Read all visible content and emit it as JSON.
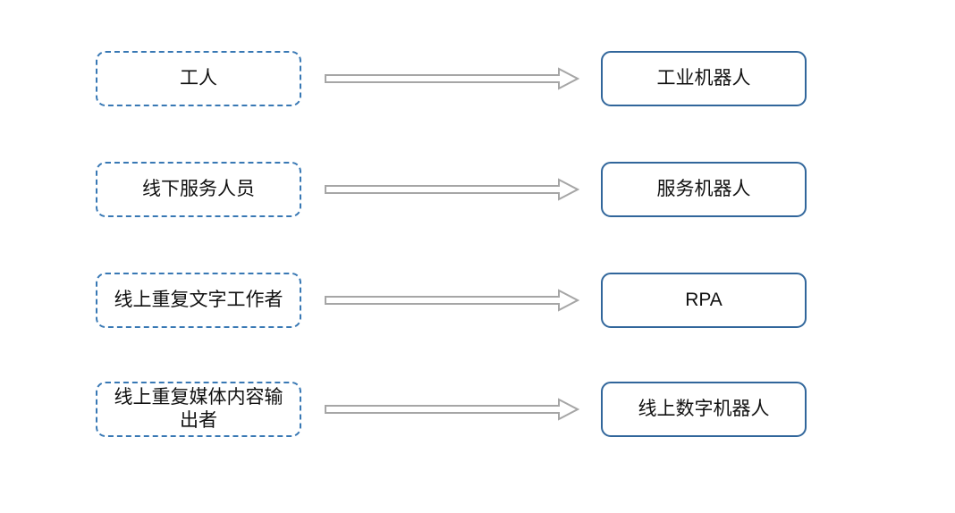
{
  "diagram": {
    "description": "mapping of human job roles to robot/automation replacements",
    "rows": [
      {
        "source": {
          "label": "工人"
        },
        "target": {
          "label": "工业机器人"
        }
      },
      {
        "source": {
          "label": "线下服务人员"
        },
        "target": {
          "label": "服务机器人"
        }
      },
      {
        "source": {
          "label": "线上重复文字工作者"
        },
        "target": {
          "label": "RPA"
        }
      },
      {
        "source": {
          "label": "线上重复媒体内容输出者"
        },
        "target": {
          "label": "线上数字机器人"
        }
      }
    ],
    "colors": {
      "source_border": "#3878B4",
      "target_border": "#31669B",
      "arrow_outline": "#A6A6A6",
      "text": "#111111",
      "background": "#FFFFFF"
    }
  }
}
